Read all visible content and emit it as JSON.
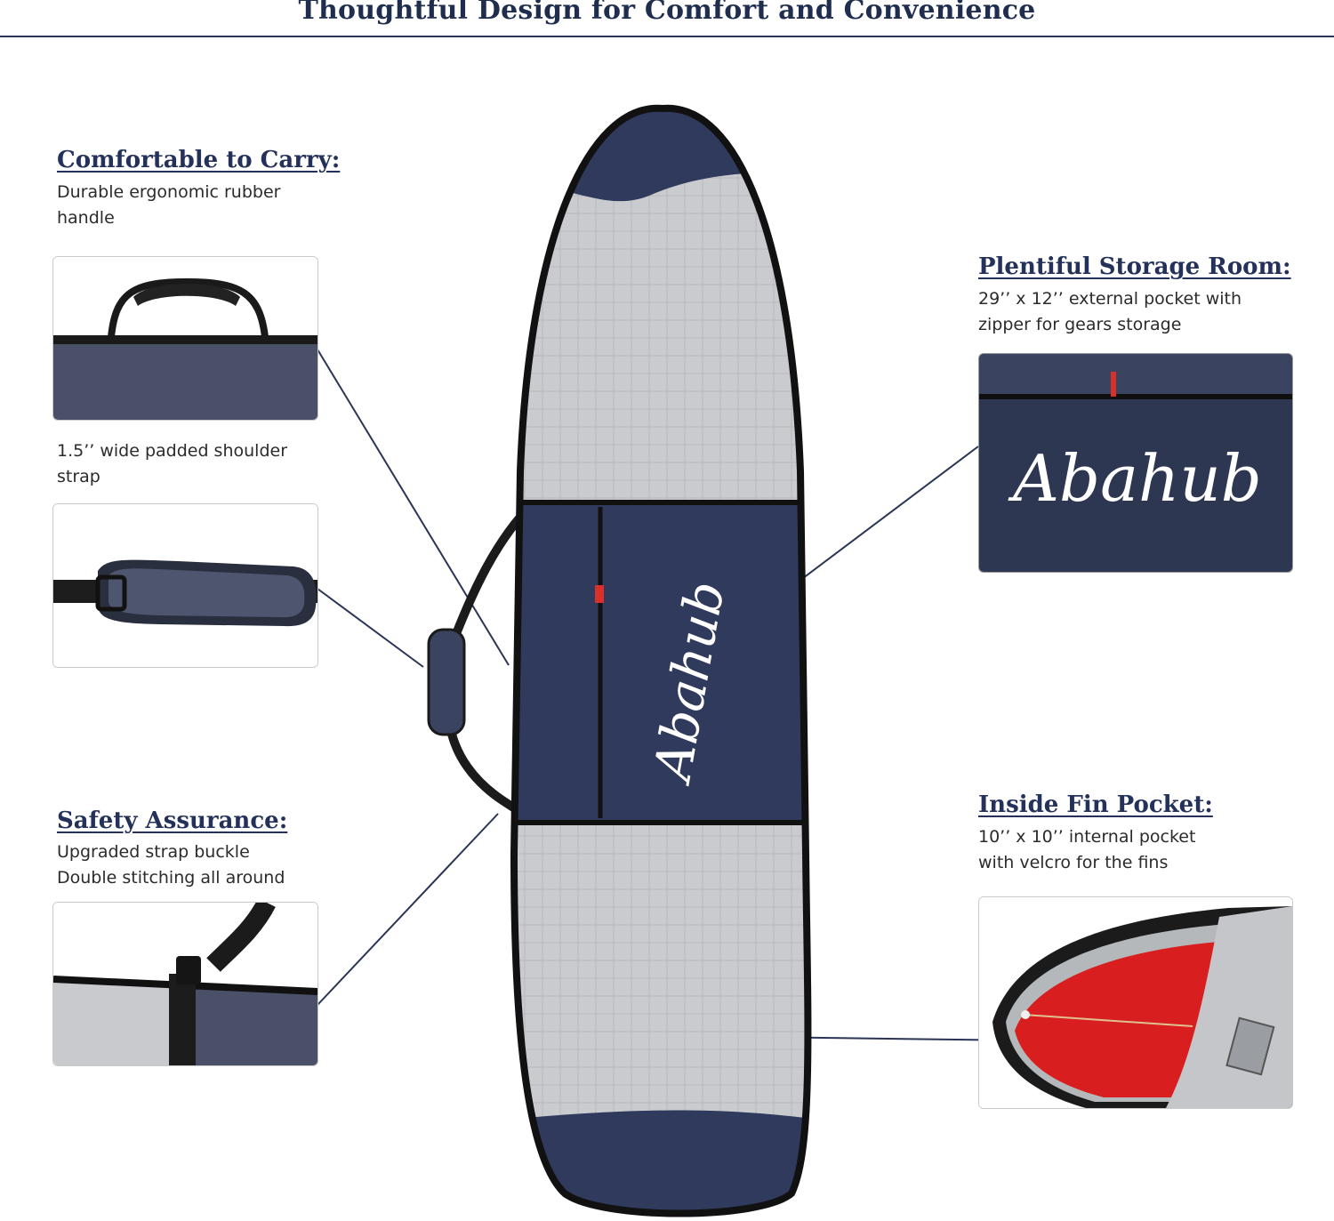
{
  "banner": {
    "title": "Thoughtful Design for Comfort and Convenience"
  },
  "features": {
    "carry": {
      "title": "Comfortable to Carry:",
      "desc_line1": "Durable ergonomic rubber",
      "desc_line2": "handle",
      "strap_line1": "1.5’’ wide padded shoulder",
      "strap_line2": "strap"
    },
    "safety": {
      "title": "Safety Assurance:",
      "desc_line1": "Upgraded strap buckle",
      "desc_line2": "Double stitching all around"
    },
    "storage": {
      "title": "Plentiful Storage Room:",
      "desc_line1": "29’’ x 12’’ external pocket with",
      "desc_line2": "zipper for gears storage"
    },
    "fin": {
      "title": "Inside Fin Pocket:",
      "desc_line1": "10’’ x 10’’ internal pocket",
      "desc_line2": "with velcro for the fins"
    }
  },
  "brand": {
    "logo_text": "Abahub"
  },
  "colors": {
    "navy": "#2f3a5c",
    "silver": "#c7c9cc",
    "title": "#24315a",
    "connector": "#2a3556",
    "zipper_red": "#d9302a",
    "board_red": "#d81e1e"
  },
  "icons": {
    "handle": "rubber-handle-icon",
    "strap": "shoulder-pad-icon",
    "buckle": "strap-buckle-icon"
  }
}
